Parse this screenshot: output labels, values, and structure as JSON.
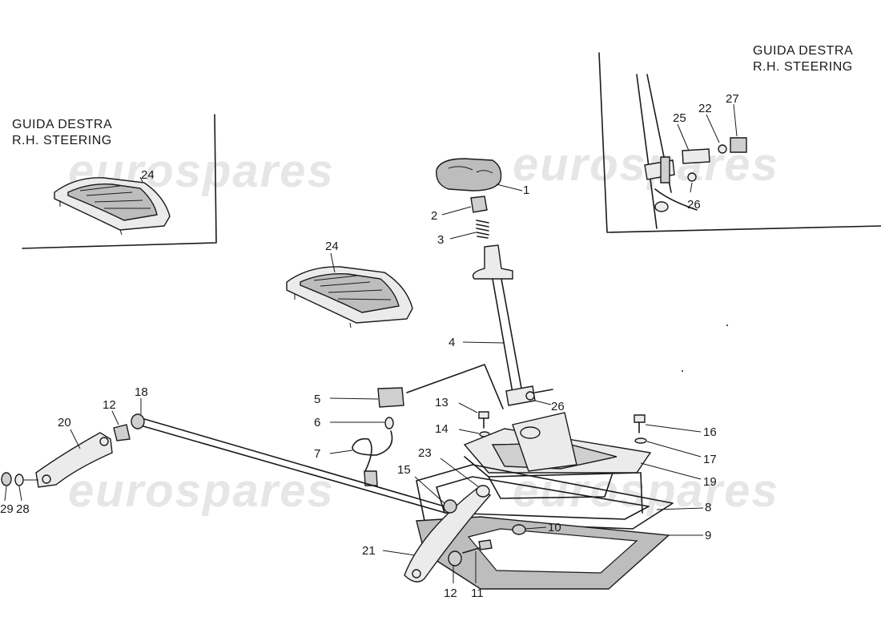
{
  "watermark": "eurospares",
  "inset_left": {
    "caption_line1": "GUIDA DESTRA",
    "caption_line2": "R.H. STEERING",
    "part": "24"
  },
  "inset_right": {
    "caption_line1": "GUIDA DESTRA",
    "caption_line2": "R.H. STEERING",
    "parts": [
      "25",
      "22",
      "27",
      "26"
    ]
  },
  "callouts": {
    "p1": "1",
    "p2": "2",
    "p3": "3",
    "p4": "4",
    "p5": "5",
    "p6": "6",
    "p7": "7",
    "p8": "8",
    "p9": "9",
    "p10": "10",
    "p11": "11",
    "p12a": "12",
    "p12b": "12",
    "p13": "13",
    "p14": "14",
    "p15": "15",
    "p16": "16",
    "p17": "17",
    "p18": "18",
    "p19": "19",
    "p20": "20",
    "p21": "21",
    "p23": "23",
    "p24": "24",
    "p26": "26",
    "p28": "28",
    "p29": "29"
  }
}
